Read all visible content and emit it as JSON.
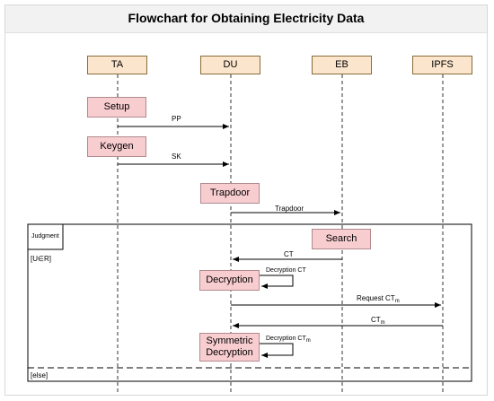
{
  "title": "Flowchart for Obtaining Electricity Data",
  "participants": [
    "TA",
    "DU",
    "EB",
    "IPFS"
  ],
  "activations": {
    "setup": "Setup",
    "keygen": "Keygen",
    "trapdoor": "Trapdoor",
    "search": "Search",
    "decryption": "Decryption",
    "symmetric_line1": "Symmetric",
    "symmetric_line2": "Decryption"
  },
  "messages": {
    "pp": "PP",
    "sk": "SK",
    "trapdoor": "Trapdoor",
    "ct": "CT",
    "decryption_ct": "Decryption CT",
    "request_ct_base": "Request CT",
    "request_ct_sub": "m",
    "ct_m_base": "CT",
    "ct_m_sub": "m",
    "decryption_ctm_base": "Decryption CT",
    "decryption_ctm_sub": "m"
  },
  "fragment": {
    "label": "Judgment",
    "guard_if": "[U∈R]",
    "guard_else": "[else]"
  }
}
